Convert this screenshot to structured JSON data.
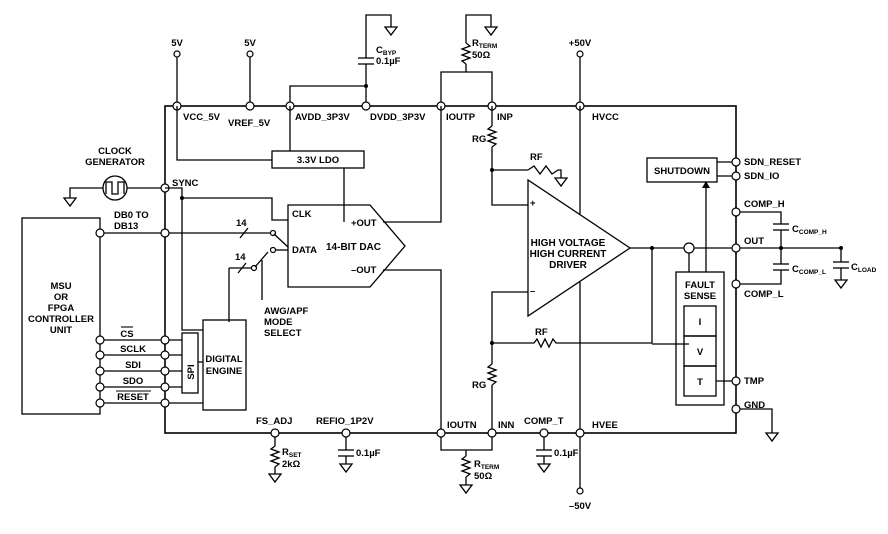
{
  "labels": {
    "vcc_rail": "5V",
    "vref_rail": "5V",
    "pos_rail": "+50V",
    "neg_rail": "–50V",
    "cbyp_name": "C",
    "cbyp_sub": "BYP",
    "cbyp_value": "0.1µF",
    "rterm_top_name": "R",
    "rterm_top_sub": "TERM",
    "rterm_top_value": "50Ω",
    "rterm_bot_name": "R",
    "rterm_bot_sub": "TERM",
    "rterm_bot_value": "50Ω",
    "rset_name": "R",
    "rset_sub": "SET",
    "rset_value": "2kΩ",
    "refio_cap_value": "0.1µF",
    "compt_cap_value": "0.1µF",
    "ccomph_name": "C",
    "ccomph_sub": "COMP_H",
    "ccompl_name": "C",
    "ccompl_sub": "COMP_L",
    "cload_name": "C",
    "cload_sub": "LOAD",
    "clock_gen_1": "CLOCK",
    "clock_gen_2": "GENERATOR",
    "msu_1": "MSU",
    "msu_2": "OR",
    "msu_3": "FPGA",
    "msu_4": "CONTROLLER",
    "msu_5": "UNIT",
    "bus_1": "DB0 TO",
    "bus_2": "DB13",
    "cs": "CS",
    "sclk": "SCLK",
    "sdi": "SDI",
    "sdo": "SDO",
    "reset": "RESET",
    "awg_1": "AWG/APF",
    "awg_2": "MODE",
    "awg_3": "SELECT",
    "bus_width_1": "14",
    "bus_width_2": "14",
    "dac_clk": "CLK",
    "dac_data": "DATA",
    "dac_name": "14-BIT DAC",
    "dac_pout": "+OUT",
    "dac_nout": "–OUT",
    "ldo": "3.3V LDO",
    "spi": "SPI",
    "engine_1": "DIGITAL",
    "engine_2": "ENGINE",
    "driver_1": "HIGH VOLTAGE",
    "driver_2": "HIGH CURRENT",
    "driver_3": "DRIVER",
    "rg_top": "RG",
    "rg_bot": "RG",
    "rf_top": "RF",
    "rf_bot": "RF",
    "shutdown": "SHUTDOWN",
    "fault_1": "FAULT",
    "fault_2": "SENSE",
    "fault_i": "I",
    "fault_v": "V",
    "fault_t": "T",
    "plus": "+",
    "minus": "–"
  },
  "pins": {
    "vcc_5v": "VCC_5V",
    "vref_5v": "VREF_5V",
    "avdd": "AVDD_3P3V",
    "dvdd": "DVDD_3P3V",
    "ioutp": "IOUTP",
    "inp": "INP",
    "hvcc": "HVCC",
    "sync": "SYNC",
    "sdn_reset": "SDN_RESET",
    "sdn_io": "SDN_IO",
    "comp_h": "COMP_H",
    "out": "OUT",
    "comp_l": "COMP_L",
    "tmp": "TMP",
    "gnd": "GND",
    "fs_adj": "FS_ADJ",
    "refio": "REFIO_1P2V",
    "ioutn": "IOUTN",
    "inn": "INN",
    "comp_t": "COMP_T",
    "hvee": "HVEE"
  }
}
